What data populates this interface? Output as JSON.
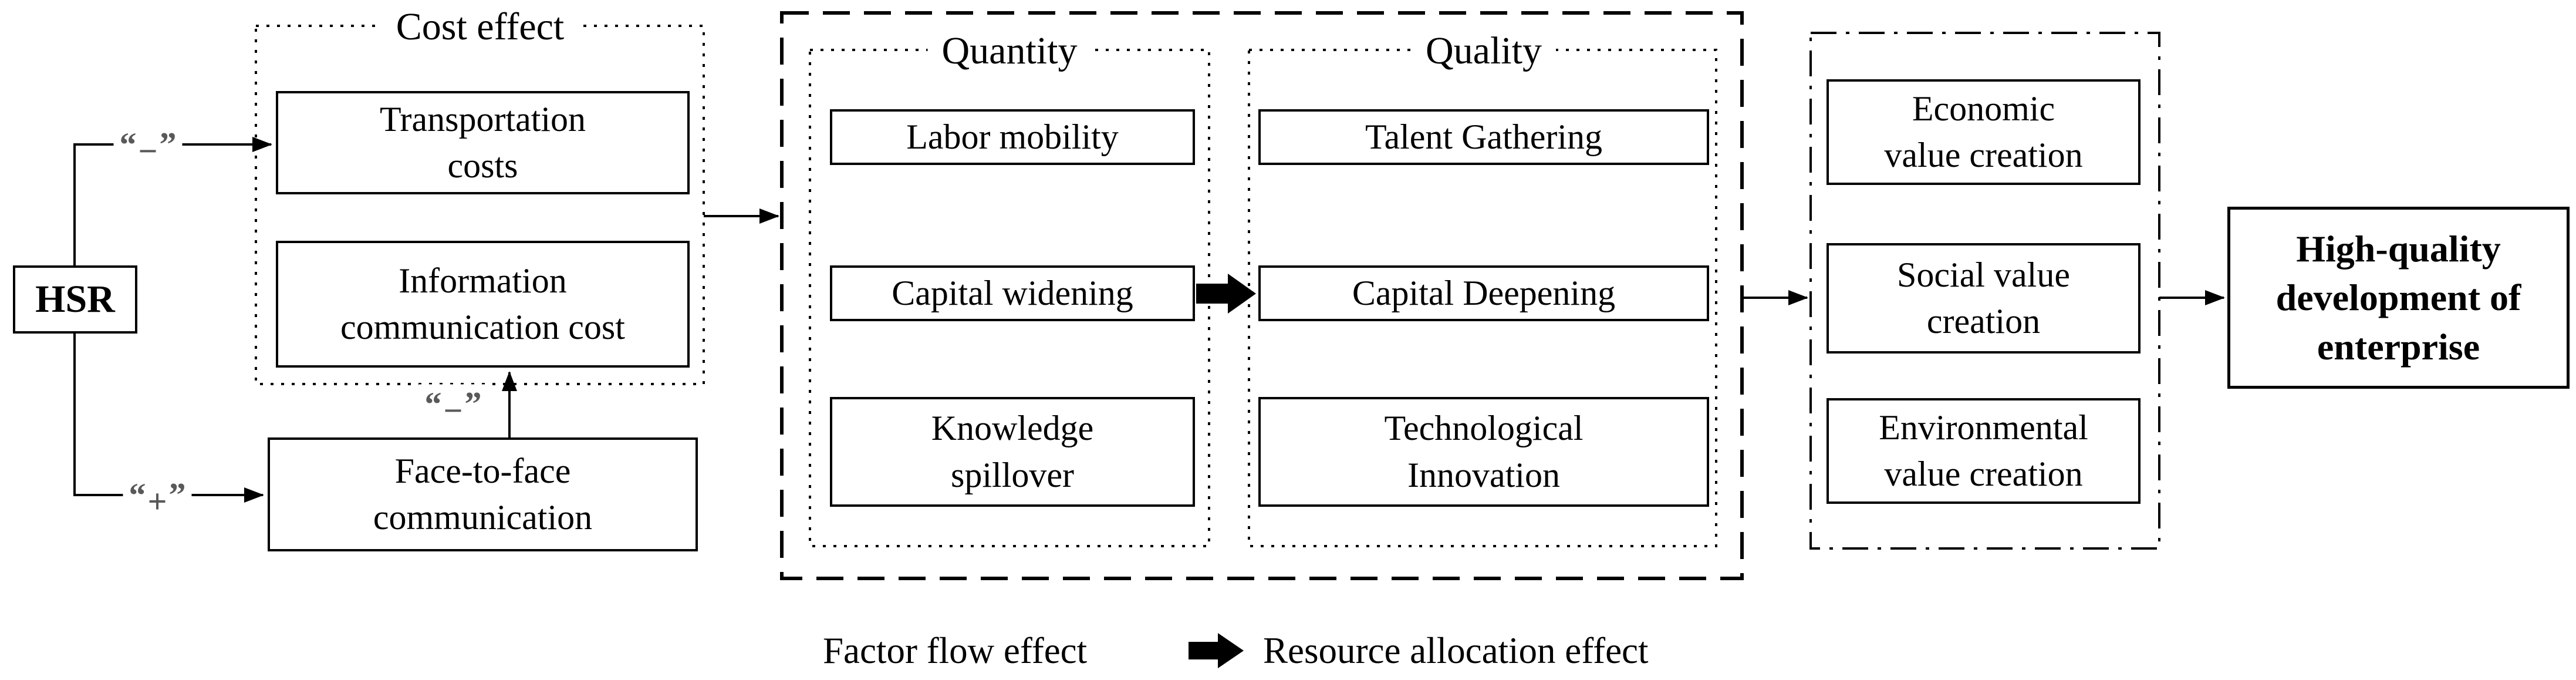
{
  "colors": {
    "ink": "#000000",
    "edge_label_gray": "#595959",
    "background": "#ffffff"
  },
  "nodes": {
    "hsr": {
      "line1": "HSR"
    },
    "transportation": {
      "line1": "Transportation",
      "line2": "costs"
    },
    "information": {
      "line1": "Information",
      "line2": "communication cost"
    },
    "face_to_face": {
      "line1": "Face-to-face",
      "line2": "communication"
    },
    "labor": {
      "line1": "Labor mobility"
    },
    "capital_widening": {
      "line1": "Capital widening"
    },
    "knowledge": {
      "line1": "Knowledge",
      "line2": "spillover"
    },
    "talent": {
      "line1": "Talent Gathering"
    },
    "capital_deepening": {
      "line1": "Capital Deepening"
    },
    "technological": {
      "line1": "Technological",
      "line2": "Innovation"
    },
    "economic": {
      "line1": "Economic",
      "line2": "value creation"
    },
    "social": {
      "line1": "Social value",
      "line2": "creation"
    },
    "environmental": {
      "line1": "Environmental",
      "line2": "value creation"
    },
    "high_quality": {
      "line1": "High-quality",
      "line2": "development of",
      "line3": "enterprise"
    }
  },
  "containers": {
    "cost_effect": {
      "title": "Cost effect"
    },
    "quantity": {
      "title": "Quantity"
    },
    "quality": {
      "title": "Quality"
    }
  },
  "edge_labels": {
    "hsr_to_cost": {
      "open": "“",
      "sign": "−",
      "close": "”"
    },
    "hsr_to_face": {
      "open": "“",
      "sign": "+",
      "close": "”"
    },
    "face_to_information": {
      "open": "“",
      "sign": "−",
      "close": "”"
    }
  },
  "legend": {
    "factor_flow": "Factor flow effect",
    "resource_allocation": "Resource allocation effect"
  }
}
